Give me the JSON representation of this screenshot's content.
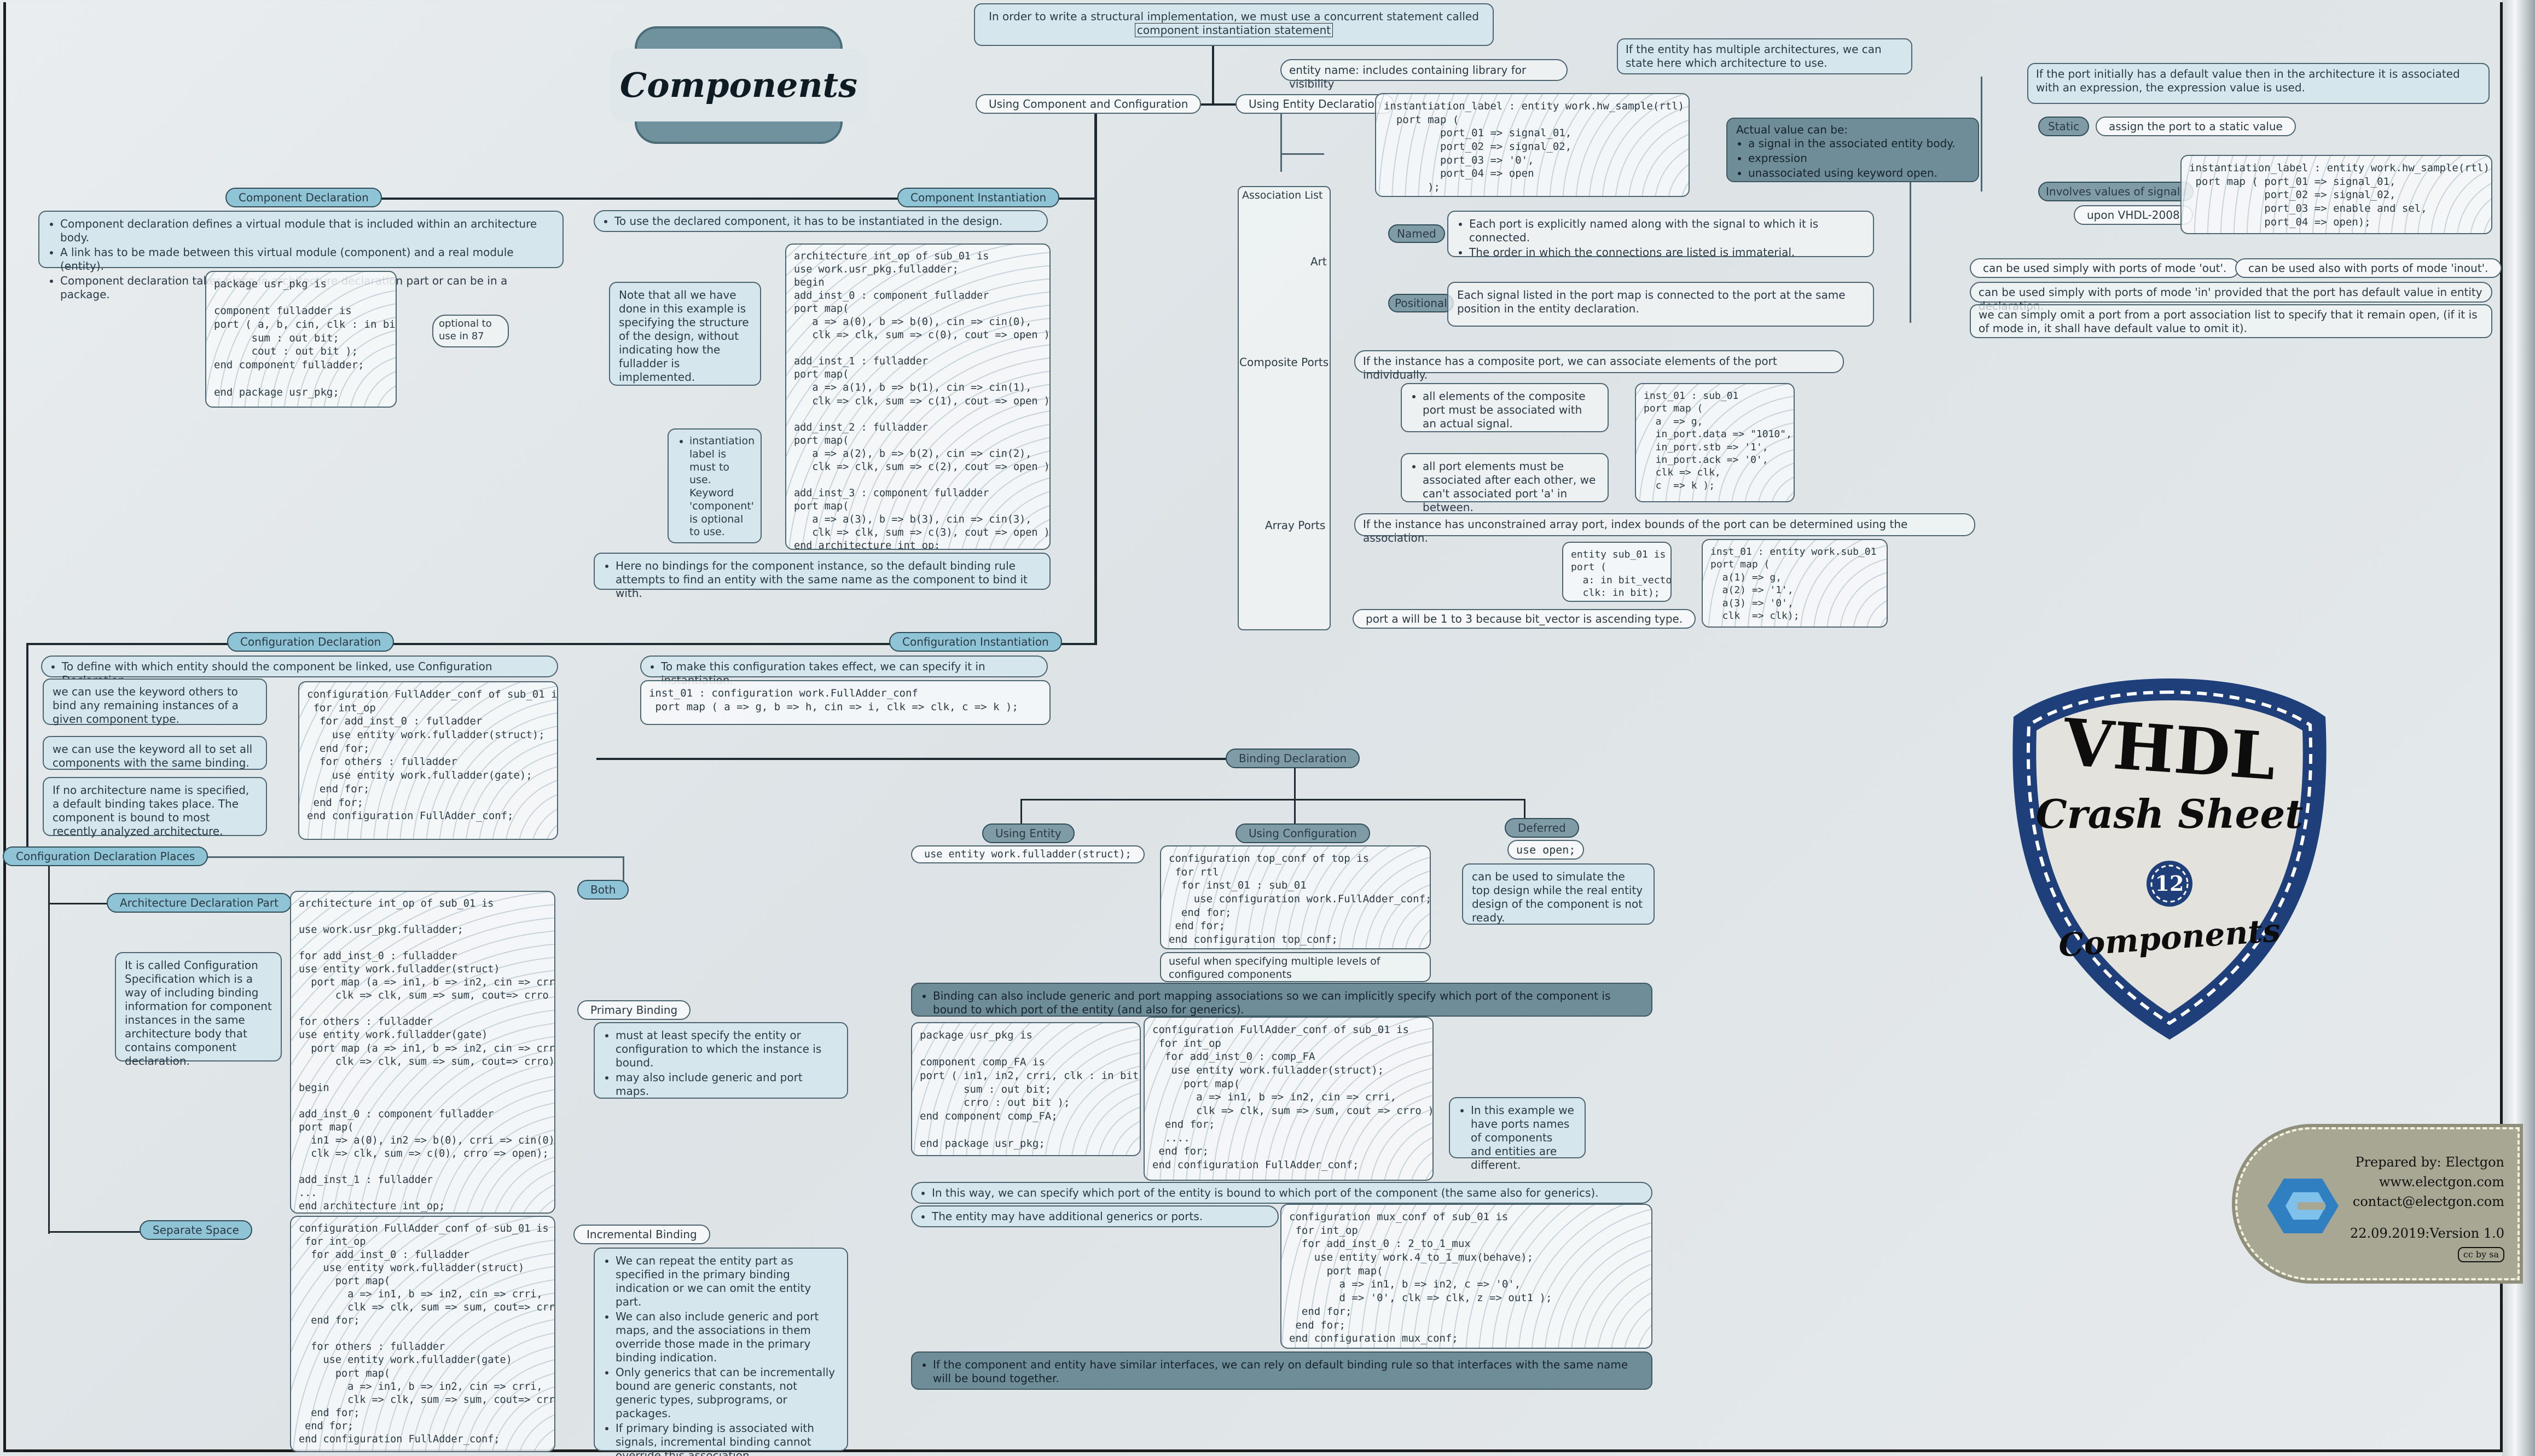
{
  "title": "Components",
  "top_note": {
    "line1": "In order to write a structural implementation, we must use a concurrent statement called",
    "line2": "component instantiation statement"
  },
  "nodes": {
    "using_comp_config": "Using Component and Configuration",
    "using_entity_decl": "Using Entity Declaration",
    "component_declaration": "Component Declaration",
    "component_instantiation": "Component Instantiation",
    "configuration_declaration": "Configuration Declaration",
    "configuration_instantiation": "Configuration Instantiation",
    "binding_declaration": "Binding Declaration",
    "using_entity": "Using Entity",
    "using_configuration": "Using Configuration",
    "deferred": "Deferred",
    "config_decl_places": "Configuration Declaration Places",
    "arch_decl_part": "Architecture Declaration Part",
    "separate_space": "Separate Space",
    "both": "Both",
    "primary_binding": "Primary Binding",
    "incremental_binding": "Incremental Binding",
    "association_list": "Association List",
    "art": "Art",
    "named": "Named",
    "positional": "Positional",
    "composite_ports": "Composite Ports",
    "array_ports": "Array Ports",
    "static": "Static",
    "involves_signals": "Involves values of signals",
    "upon_vhdl": "upon VHDL-2008"
  },
  "entity_decl": {
    "entity_name_note": "entity name: includes containing library for visibility",
    "multi_arch_note": "If the entity has multiple architectures, we can state here which architecture to use.",
    "code": "instantiation_label : entity work.hw_sample(rtl)\n  port map (\n         port_01 => signal_01,\n         port_02 => signal_02,\n         port_03 => '0',\n         port_04 => open\n       );",
    "actual_title": "Actual value can be:",
    "actual_items": [
      "a signal in the associated entity body.",
      "expression",
      "unassociated using keyword open."
    ],
    "default_note": "If the port initially has a default value then in the architecture it is associated with an expression, the expression value is used.",
    "static_note": "assign the port to a static value",
    "signals_code": "instantiation_label : entity work.hw_sample(rtl)\n port map ( port_01 => signal_01,\n            port_02 => signal_02,\n            port_03 => enable and sel,\n            port_04 => open);",
    "out_note": "can be used simply with ports of mode 'out'.",
    "inout_note": "can be used also with ports of mode 'inout'.",
    "in_note": "can be used simply with ports of mode 'in' provided that the port has default value in entity declaration.",
    "omit_note": "we can simply omit a port from a port association list to specify that it remain open, (if it is of mode in, it shall have default value to omit it)."
  },
  "assoc": {
    "named_items": [
      "Each port is explicitly named along with the signal to which it is connected.",
      "The order in which the connections are listed is immaterial."
    ],
    "positional_text": "Each signal listed in the port map is connected to the port at the same position in the entity declaration.",
    "composite_note": "If the instance has a composite port, we can associate elements of the port individually.",
    "composite_a": "all elements of the composite port must be associated with an actual signal.",
    "composite_b": "all port elements must be associated after each other, we can't associated port 'a' in between.",
    "composite_code": "inst_01 : sub_01\nport map (\n  a  => g,\n  in_port.data => \"1010\",\n  in_port.stb => '1',\n  in_port.ack => '0',\n  clk => clk,\n  c  => k );",
    "array_note": "If the instance has unconstrained array port, index bounds of the port can be determined using the association.",
    "array_entity_code": "entity sub_01 is\nport (\n  a: in bit_vector;\n  clk: in bit);",
    "array_inst_code": "inst_01 : entity work.sub_01\nport map (\n  a(1) => g,\n  a(2) => '1',\n  a(3) => '0',\n  clk  => clk);",
    "array_result": "port a will be 1 to 3 because bit_vector is ascending type."
  },
  "comp_decl": {
    "items": [
      "Component declaration defines a virtual module that is included within an architecture body.",
      "A link has to be made between this virtual module (component) and a real module (entity).",
      "Component declaration takes place in architecture declaration part or can be in a package."
    ],
    "code": "package usr_pkg is\n\ncomponent fulladder is\nport ( a, b, cin, clk : in bit;\n      sum : out bit;\n      cout : out bit );\nend component fulladder;\n\nend package usr_pkg;",
    "optional_note": "optional to use in 87"
  },
  "comp_inst": {
    "note": "To use the declared component, it has to be instantiated in the design.",
    "side_note": "Note that all we have done in this example is specifying the structure of the design, without indicating how the fulladder is implemented.",
    "label_note": "instantiation label is must to use. Keyword 'component' is optional to use.",
    "code": "architecture int_op of sub_01 is\nuse work.usr_pkg.fulladder;\nbegin\nadd_inst_0 : component fulladder\nport map(\n   a => a(0), b => b(0), cin => cin(0),\n   clk => clk, sum => c(0), cout => open );\n\nadd_inst_1 : fulladder\nport map(\n   a => a(1), b => b(1), cin => cin(1),\n   clk => clk, sum => c(1), cout => open );\n\nadd_inst_2 : fulladder\nport map(\n   a => a(2), b => b(2), cin => cin(2),\n   clk => clk, sum => c(2), cout => open );\n\nadd_inst_3 : component fulladder\nport map(\n   a => a(3), b => b(3), cin => cin(3),\n   clk => clk, sum => c(3), cout => open );\nend architecture int_op;",
    "bottom_note": "Here no bindings for the component instance, so the default binding rule attempts to find an entity with the same name as the component to bind it with."
  },
  "config_decl": {
    "note": "To define with which entity should the component be linked, use Configuration Declaration.",
    "others_note": "we can use the keyword others to bind any remaining instances of a given component type.",
    "all_note": "we can use the keyword all to set all components with the same binding.",
    "noarch_note": "If no architecture name is specified, a default binding takes place. The component is bound to most recently analyzed architecture.",
    "code": "configuration FullAdder_conf of sub_01 is\n for int_op\n  for add_inst_0 : fulladder\n    use entity work.fulladder(struct);\n  end for;\n  for others : fulladder\n    use entity work.fulladder(gate);\n  end for;\n end for;\nend configuration FullAdder_conf;"
  },
  "config_inst": {
    "note": "To make this configuration takes effect, we can specify it in instantiation.",
    "code": "inst_01 : configuration work.FullAdder_conf\n port map ( a => g, b => h, cin => i, clk => clk, c => k );"
  },
  "binding": {
    "using_entity_code": "use entity work.fulladder(struct);",
    "using_config_code": "configuration top_conf of top is\n for rtl\n  for inst_01 : sub_01\n    use configuration work.FullAdder_conf;\n  end for;\n end for;\nend configuration top_conf;",
    "multi_levels_note": "useful when specifying multiple levels of configured components",
    "deferred_code": "use open;",
    "deferred_note": "can be used to simulate the top design while the real entity design of the component is not ready.",
    "generic_note": "Binding can also include generic and port mapping associations so we can implicitly specify which port of the component is bound to which port of the entity (and also for generics).",
    "pkg_code": "package usr_pkg is\n\ncomponent comp_FA is\nport ( in1, in2, crri, clk : in bit;\n       sum : out bit;\n       crro : out bit );\nend component comp_FA;\n\nend package usr_pkg;",
    "conf_code": "configuration FullAdder_conf of sub_01 is\n for int_op\n  for add_inst_0 : comp_FA\n   use entity work.fulladder(struct);\n     port map(\n       a => in1, b => in2, cin => crri,\n       clk => clk, sum => sum, cout => crro );\n  end for;\n  ....\n end for;\nend configuration FullAdder_conf;",
    "example_note": "In this example we have ports names of components and entities are different.",
    "specify_note": "In this way, we can specify which port of the entity is bound to which port of the component (the same also for generics).",
    "generics_note": "The entity may have additional generics or ports.",
    "mux_code": "configuration mux_conf of sub_01 is\n for int_op\n  for add_inst_0 : 2_to_1_mux\n    use entity work.4_to_1_mux(behave);\n      port map(\n        a => in1, b => in2, c => '0',\n        d => '0', clk => clk, z => out1 );\n  end for;\n end for;\nend configuration mux_conf;",
    "similar_note": "If the component and entity have similar interfaces, we can rely on default binding rule so that interfaces with the same name will be bound together."
  },
  "places": {
    "arch_note": "It is called Configuration Specification which is a way of including binding information for component instances in the same architecture body that contains component declaration.",
    "arch_code": "architecture int_op of sub_01 is\n\nuse work.usr_pkg.fulladder;\n\nfor add_inst_0 : fulladder\nuse entity work.fulladder(struct)\n  port map (a => in1, b => in2, cin => crri,\n      clk => clk, sum => sum, cout=> crro );\n\nfor others : fulladder\nuse entity work.fulladder(gate)\n  port map (a => in1, b => in2, cin => crri,\n      clk => clk, sum => sum, cout=> crro);\n\nbegin\n\nadd_inst_0 : component fulladder\nport map(\n  in1 => a(0), in2 => b(0), crri => cin(0),\n  clk => clk, sum => c(0), crro => open);\n\nadd_inst_1 : fulladder\n...\nend architecture int_op;",
    "primary_items": [
      "must at least specify the entity or configuration to which the instance is bound.",
      "may also include generic and port maps."
    ],
    "sep_code": "configuration FullAdder_conf of sub_01 is\n for int_op\n  for add_inst_0 : fulladder\n    use entity work.fulladder(struct)\n      port map(\n        a => in1, b => in2, cin => crri,\n        clk => clk, sum => sum, cout=> crro);\n  end for;\n\n  for others : fulladder\n    use entity work.fulladder(gate)\n      port map(\n        a => in1, b => in2, cin => crri,\n        clk => clk, sum => sum, cout=> crro);\n  end for;\n end for;\nend configuration FullAdder_conf;",
    "incremental_items": [
      "We can repeat the entity part as specified in the primary binding indication or we can omit the entity part.",
      "We can also include generic and port maps, and the associations in them override those made in the primary binding indication.",
      "Only generics that can be incrementally bound are generic constants, not generic types, subprograms, or packages.",
      "If primary binding is associated with signals, incremental binding cannot override this association."
    ]
  },
  "badge": {
    "line1": "VHDL",
    "line2": "Crash Sheet",
    "number": "12",
    "line3": "Components"
  },
  "credit": {
    "prepared": "Prepared by: Electgon",
    "web": "www.electgon.com",
    "mail": "contact@electgon.com",
    "version": "22.09.2019:Version 1.0",
    "license": "cc by sa"
  },
  "colors": {
    "accent": "#8fc3d6",
    "dark": "#6f8d99",
    "badge_blue": "#1e3f7a",
    "title_bg": "#6f929e"
  }
}
